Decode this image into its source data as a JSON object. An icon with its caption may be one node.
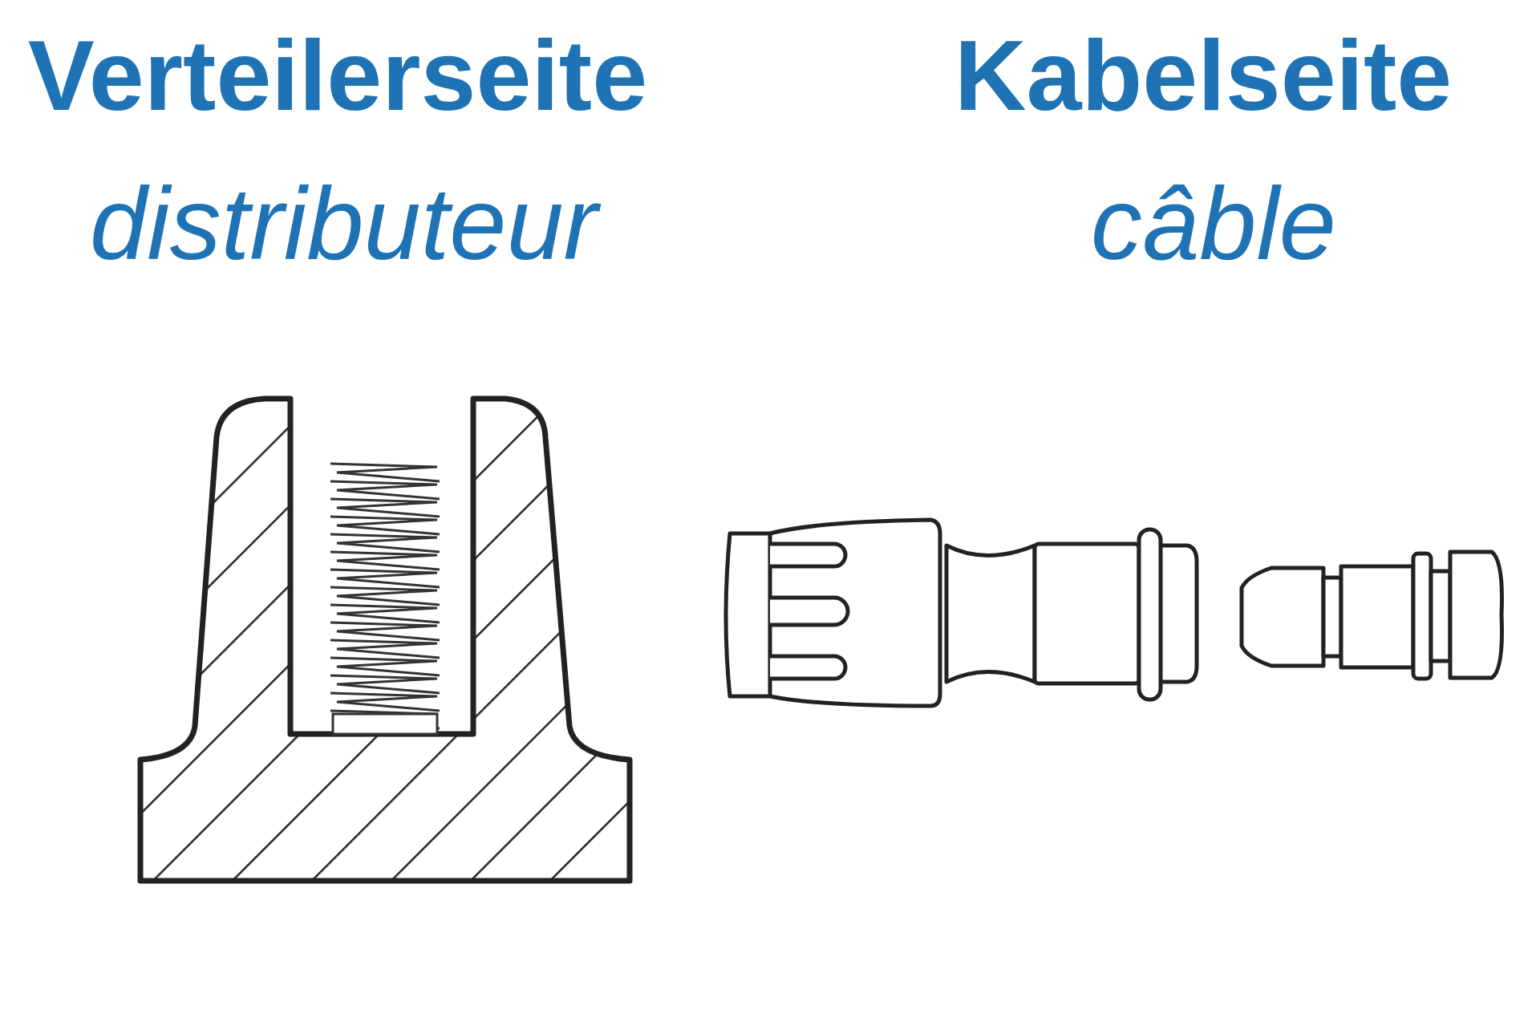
{
  "diagram": {
    "labels": [
      "Verteilerseite",
      "distributeur",
      "Kabelseite",
      "câble"
    ]
  }
}
